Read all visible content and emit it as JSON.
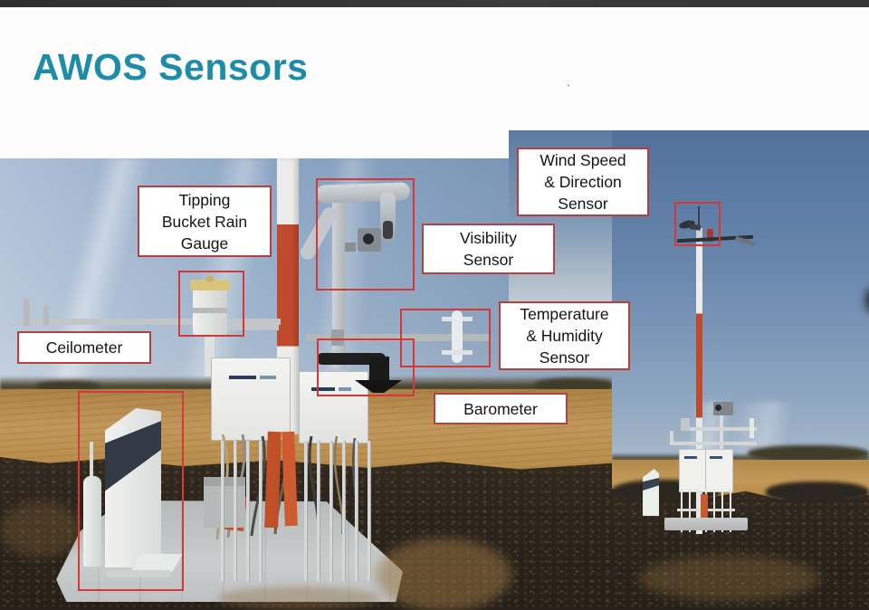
{
  "slide": {
    "title": "AWOS Sensors",
    "stray_mark": "."
  },
  "callouts": [
    {
      "id": "tipping-bucket-rain-gauge",
      "text": "Tipping\nBucket Rain\nGauge"
    },
    {
      "id": "wind-speed-direction-sensor",
      "text": "Wind Speed\n& Direction\nSensor"
    },
    {
      "id": "visibility-sensor",
      "text": "Visibility\nSensor"
    },
    {
      "id": "temperature-humidity-sensor",
      "text": "Temperature\n& Humidity\nSensor"
    },
    {
      "id": "barometer",
      "text": "Barometer"
    },
    {
      "id": "ceilometer",
      "text": "Ceilometer"
    }
  ],
  "annotation_boxes": [
    "tipping-bucket-rain-gauge",
    "visibility-sensor",
    "temperature-humidity-sensor",
    "barometer",
    "ceilometer",
    "wind-speed-direction-sensor"
  ],
  "photos": {
    "main": "awos-station-closeup-photo",
    "right": "awos-station-distant-photo"
  },
  "colors": {
    "title": "#1d8ca8",
    "callout_border": "#b5413f",
    "annotation_box": "#d23937",
    "top_bar": "#383838",
    "mast_red": "#bf4a2d"
  }
}
